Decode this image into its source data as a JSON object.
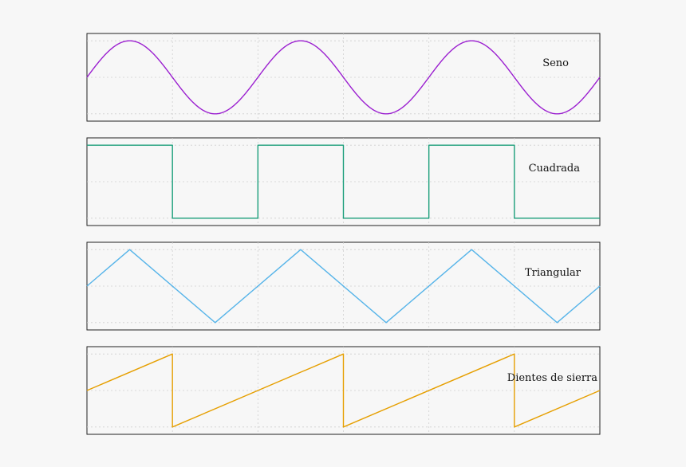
{
  "chart_data": [
    {
      "type": "line",
      "label": "Seno",
      "color": "#9b1fd0",
      "waveform": "sine",
      "x_range": [
        0,
        3
      ],
      "y_range": [
        -1.2,
        1.2
      ],
      "cycles": 3,
      "grid": true,
      "series": [
        {
          "x": [
            0,
            0.25,
            0.5,
            0.75,
            1,
            1.25,
            1.5,
            1.75,
            2,
            2.25,
            2.5,
            2.75,
            3
          ],
          "y": [
            0,
            1,
            0,
            -1,
            0,
            1,
            0,
            -1,
            0,
            1,
            0,
            -1,
            0
          ]
        }
      ]
    },
    {
      "type": "line",
      "label": "Cuadrada",
      "color": "#1a9e7a",
      "waveform": "square",
      "x_range": [
        0,
        3
      ],
      "y_range": [
        -1.2,
        1.2
      ],
      "cycles": 3,
      "grid": true,
      "series": [
        {
          "x": [
            0,
            0.5,
            0.5,
            1,
            1,
            1.5,
            1.5,
            2,
            2,
            2.5,
            2.5,
            3
          ],
          "y": [
            1,
            1,
            -1,
            -1,
            1,
            1,
            -1,
            -1,
            1,
            1,
            -1,
            -1
          ]
        }
      ]
    },
    {
      "type": "line",
      "label": "Triangular",
      "color": "#56b4e9",
      "waveform": "triangle",
      "x_range": [
        0,
        3
      ],
      "y_range": [
        -1.2,
        1.2
      ],
      "cycles": 3,
      "grid": true,
      "series": [
        {
          "x": [
            0,
            0.25,
            0.75,
            1.25,
            1.75,
            2.25,
            2.75,
            3
          ],
          "y": [
            0,
            1,
            -1,
            1,
            -1,
            1,
            -1,
            0
          ]
        }
      ]
    },
    {
      "type": "line",
      "label": "Dientes de sierra",
      "color": "#e69f00",
      "waveform": "sawtooth",
      "x_range": [
        0,
        3
      ],
      "y_range": [
        -1.2,
        1.2
      ],
      "cycles": 3,
      "grid": true,
      "series": [
        {
          "x": [
            0,
            0.5,
            0.5,
            1.5,
            1.5,
            2.5,
            2.5,
            3
          ],
          "y": [
            0,
            1,
            -1,
            1,
            -1,
            1,
            -1,
            0
          ]
        }
      ]
    }
  ]
}
